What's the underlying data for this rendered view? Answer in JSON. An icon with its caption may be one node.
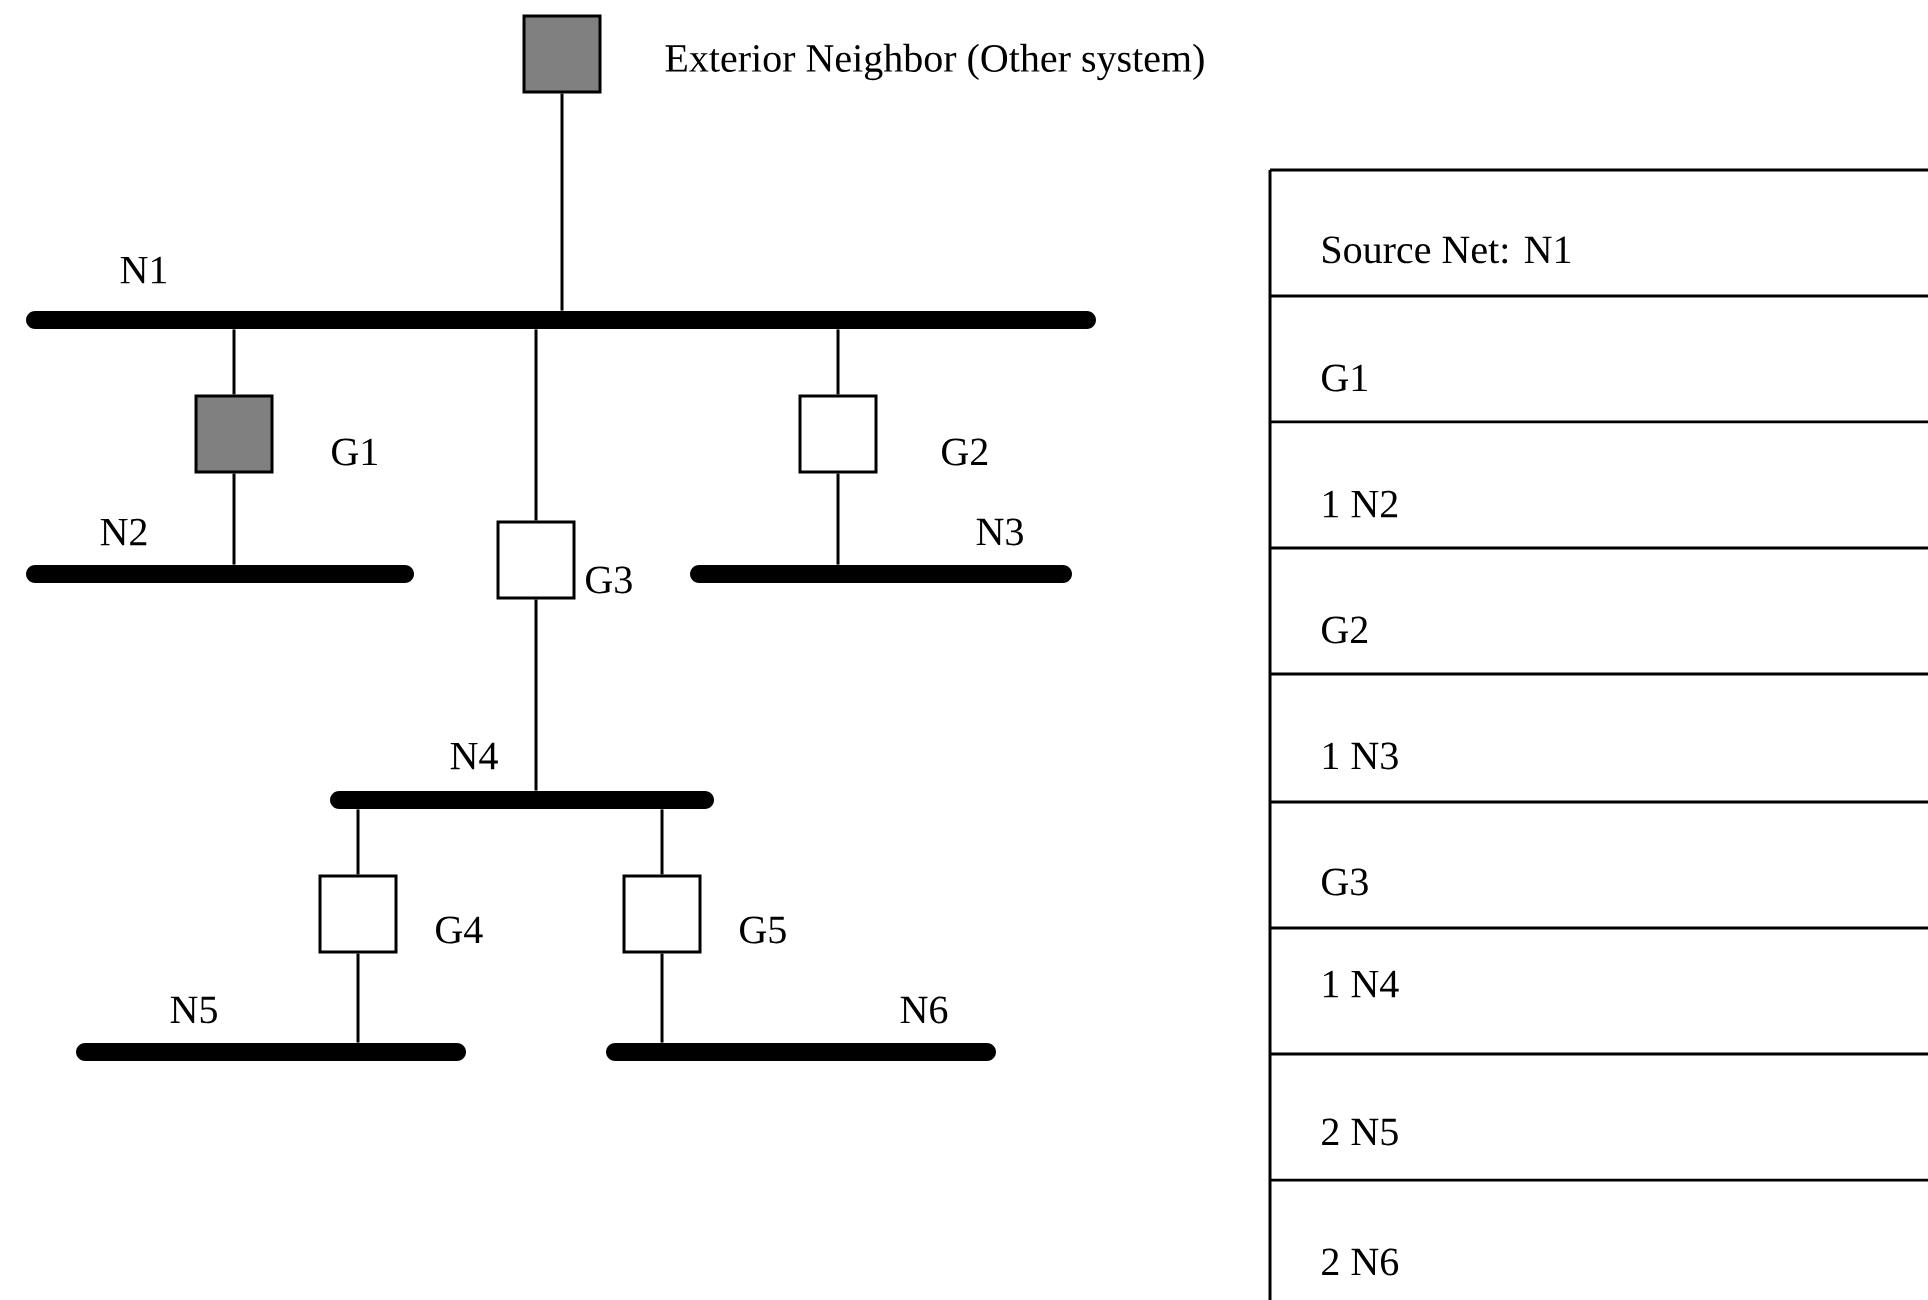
{
  "diagram": {
    "nodes": [
      {
        "text": [
          "Exterior Neighbor (Other system)"
        ]
      },
      {
        "text": [
          "N1"
        ]
      },
      {
        "text": [
          "G1"
        ]
      },
      {
        "text": [
          "G2"
        ]
      },
      {
        "text": [
          "N2"
        ]
      },
      {
        "text": [
          "G3"
        ]
      },
      {
        "text": [
          "N3"
        ]
      },
      {
        "text": [
          "N4"
        ]
      },
      {
        "text": [
          "G4"
        ]
      },
      {
        "text": [
          "G5"
        ]
      },
      {
        "text": [
          "N5"
        ]
      },
      {
        "text": [
          "N6"
        ]
      }
    ],
    "edges": [
      {
        "from": 0,
        "to": 1,
        "arrow": "none"
      },
      {
        "from": 1,
        "to": 2,
        "arrow": "none"
      },
      {
        "from": 2,
        "to": 4,
        "arrow": "none"
      },
      {
        "from": 1,
        "to": 3,
        "arrow": "none"
      },
      {
        "from": 3,
        "to": 6,
        "arrow": "none"
      },
      {
        "from": 1,
        "to": 5,
        "arrow": "none"
      },
      {
        "from": 5,
        "to": 7,
        "arrow": "none"
      },
      {
        "from": 7,
        "to": 8,
        "arrow": "none"
      },
      {
        "from": 8,
        "to": 10,
        "arrow": "none"
      },
      {
        "from": 7,
        "to": 9,
        "arrow": "none"
      },
      {
        "from": 9,
        "to": 11,
        "arrow": "none"
      }
    ],
    "labels": [
      "Source Net: N1",
      "G1",
      "1 N2",
      "G2",
      "1 N3",
      "G3",
      "1 N4",
      "2 N5",
      "2 N6"
    ]
  }
}
